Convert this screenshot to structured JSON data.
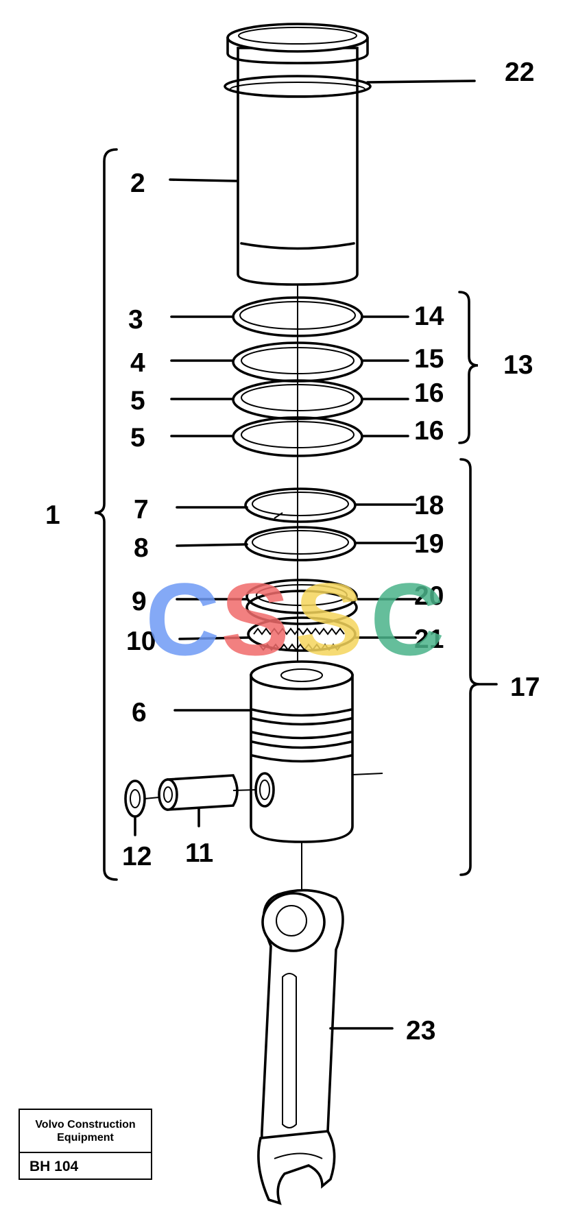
{
  "callouts": {
    "c1": "1",
    "c2": "2",
    "c3": "3",
    "c4": "4",
    "c5a": "5",
    "c5b": "5",
    "c6": "6",
    "c7": "7",
    "c8": "8",
    "c9": "9",
    "c10": "10",
    "c11": "11",
    "c12": "12",
    "c13": "13",
    "c14": "14",
    "c15": "15",
    "c16a": "16",
    "c16b": "16",
    "c17": "17",
    "c18": "18",
    "c19": "19",
    "c20": "20",
    "c21": "21",
    "c22": "22",
    "c23": "23"
  },
  "title_block": {
    "line1": "Volvo Construction",
    "line2": "Equipment",
    "code": "BH 104"
  },
  "watermark": {
    "letters": [
      "C",
      "S",
      "S",
      "C"
    ],
    "colors": [
      "#6f9bf5",
      "#f06b6b",
      "#f5d55c",
      "#4bb38a"
    ]
  }
}
